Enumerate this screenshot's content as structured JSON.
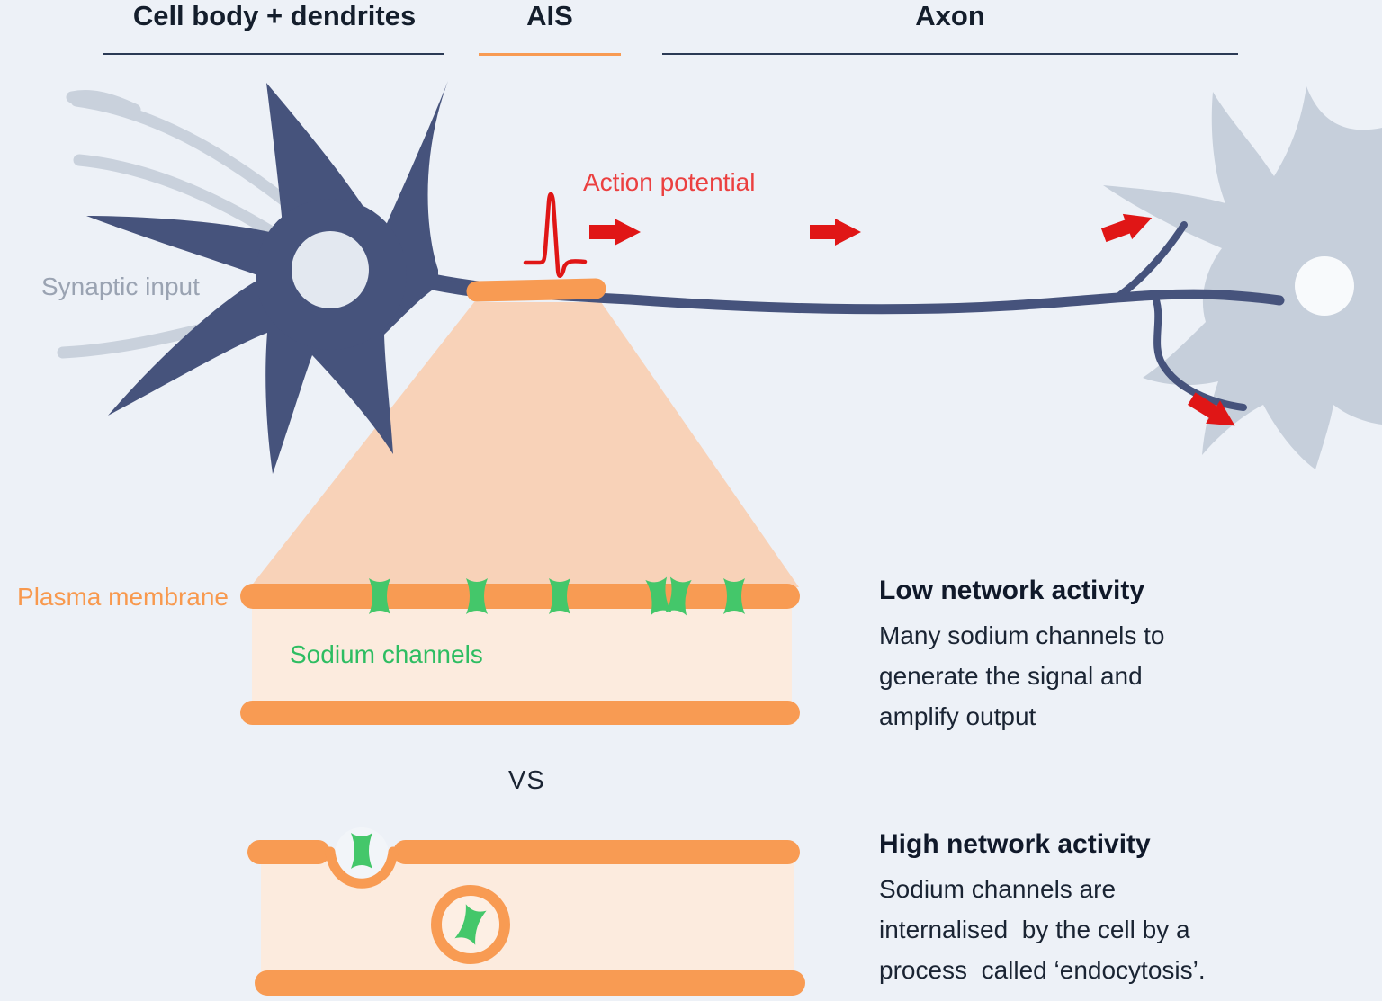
{
  "colors": {
    "background": "#EDF1F7",
    "neuron_body": "#46537C",
    "target_neuron": "#C6CFDB",
    "ais_orange": "#F89B53",
    "membrane_interior": "#FCEBDE",
    "zoom_cone": "#F8D2B8",
    "sodium_channel_green": "#44C76A",
    "signal_red": "#E01616",
    "dark_text": "#1A2433",
    "gray_text": "#9AA3B2"
  },
  "header": {
    "sections": [
      {
        "label": "Cell body + dendrites"
      },
      {
        "label": "AIS"
      },
      {
        "label": "Axon"
      }
    ]
  },
  "diagram": {
    "synaptic_input_label": "Synaptic input",
    "action_potential_label": "Action potential",
    "plasma_membrane_label": "Plasma membrane",
    "sodium_channels_label": "Sodium channels"
  },
  "comparison": {
    "vs_label": "VS",
    "low_activity": {
      "title": "Low network activity",
      "line1": "Many sodium channels to",
      "line2": "generate the signal and",
      "line3": "amplify output"
    },
    "high_activity": {
      "title": "High network activity",
      "line1": "Sodium channels are",
      "line2": "internalised  by the cell by a",
      "line3": "process  called ‘endocytosis’."
    }
  }
}
